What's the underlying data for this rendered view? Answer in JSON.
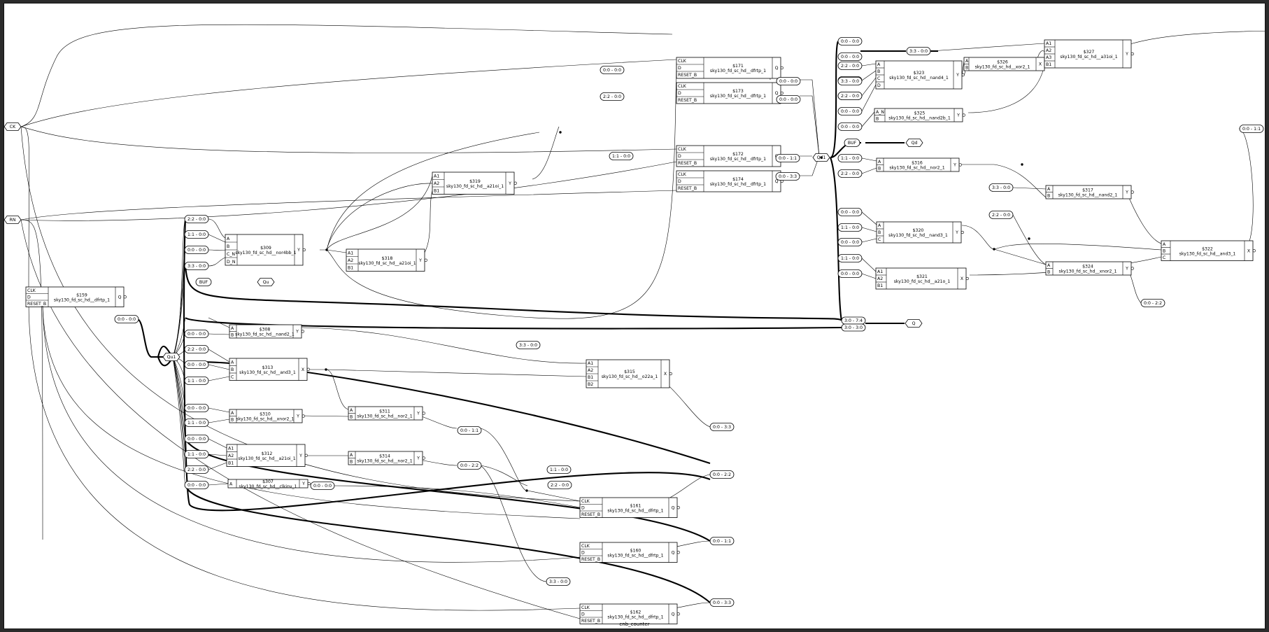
{
  "diagram": {
    "title": "cnb_counter",
    "ports": {
      "inputs": [
        "CK",
        "RN"
      ],
      "outputs": [
        "Qu",
        "Qd",
        "Q"
      ]
    },
    "nets": {
      "left_bus": "Qu1",
      "right_bus": "Qd1"
    },
    "cells": [
      {
        "id": "$159",
        "type": "sky130_fd_sc_hd__dfrtp_1",
        "pins": [
          "CLK",
          "D",
          "RESET_B"
        ],
        "out": "Q"
      },
      {
        "id": "$309",
        "type": "sky130_fd_sc_hd__nor4bb_1",
        "pins": [
          "A",
          "B",
          "C_N",
          "D_N"
        ],
        "out": "Y"
      },
      {
        "id": "$318",
        "type": "sky130_fd_sc_hd__a21oi_1",
        "pins": [
          "A1",
          "A2",
          "B1"
        ],
        "out": "Y"
      },
      {
        "id": "$319",
        "type": "sky130_fd_sc_hd__a21oi_1",
        "pins": [
          "A1",
          "A2",
          "B1"
        ],
        "out": "Y"
      },
      {
        "id": "$308",
        "type": "sky130_fd_sc_hd__nand2_1",
        "pins": [
          "A",
          "B"
        ],
        "out": "Y"
      },
      {
        "id": "$313",
        "type": "sky130_fd_sc_hd__and3_1",
        "pins": [
          "A",
          "B",
          "C"
        ],
        "out": "X"
      },
      {
        "id": "$315",
        "type": "sky130_fd_sc_hd__o22a_1",
        "pins": [
          "A1",
          "A2",
          "B1",
          "B2"
        ],
        "out": "X"
      },
      {
        "id": "$310",
        "type": "sky130_fd_sc_hd__xnor2_1",
        "pins": [
          "A",
          "B"
        ],
        "out": "Y"
      },
      {
        "id": "$311",
        "type": "sky130_fd_sc_hd__nor2_1",
        "pins": [
          "A",
          "B"
        ],
        "out": "Y"
      },
      {
        "id": "$312",
        "type": "sky130_fd_sc_hd__a21oi_1",
        "pins": [
          "A1",
          "A2",
          "B1"
        ],
        "out": "Y"
      },
      {
        "id": "$314",
        "type": "sky130_fd_sc_hd__nor2_1",
        "pins": [
          "A",
          "B"
        ],
        "out": "Y"
      },
      {
        "id": "$307",
        "type": "sky130_fd_sc_hd__clkinv_1",
        "pins": [
          "A"
        ],
        "out": "Y"
      },
      {
        "id": "$161",
        "type": "sky130_fd_sc_hd__dfrtp_1",
        "pins": [
          "CLK",
          "D",
          "RESET_B"
        ],
        "out": "Q"
      },
      {
        "id": "$160",
        "type": "sky130_fd_sc_hd__dfrtp_1",
        "pins": [
          "CLK",
          "D",
          "RESET_B"
        ],
        "out": "Q"
      },
      {
        "id": "$162",
        "type": "sky130_fd_sc_hd__dfrtp_1",
        "pins": [
          "CLK",
          "D",
          "RESET_B"
        ],
        "out": "Q"
      },
      {
        "id": "$171",
        "type": "sky130_fd_sc_hd__dfrtp_1",
        "pins": [
          "CLK",
          "D",
          "RESET_B"
        ],
        "out": "Q"
      },
      {
        "id": "$173",
        "type": "sky130_fd_sc_hd__dfrtp_1",
        "pins": [
          "CLK",
          "D",
          "RESET_B"
        ],
        "out": "Q"
      },
      {
        "id": "$172",
        "type": "sky130_fd_sc_hd__dfrtp_1",
        "pins": [
          "CLK",
          "D",
          "RESET_B"
        ],
        "out": "Q"
      },
      {
        "id": "$174",
        "type": "sky130_fd_sc_hd__dfrtp_1",
        "pins": [
          "CLK",
          "D",
          "RESET_B"
        ],
        "out": "Q"
      },
      {
        "id": "$323",
        "type": "sky130_fd_sc_hd__nand4_1",
        "pins": [
          "A",
          "B",
          "C",
          "D"
        ],
        "out": "Y"
      },
      {
        "id": "$326",
        "type": "sky130_fd_sc_hd__xor2_1",
        "pins": [
          "A",
          "B"
        ],
        "out": "X"
      },
      {
        "id": "$327",
        "type": "sky130_fd_sc_hd__a31oi_1",
        "pins": [
          "A1",
          "A2",
          "A3",
          "B1"
        ],
        "out": "Y"
      },
      {
        "id": "$325",
        "type": "sky130_fd_sc_hd__nand2b_1",
        "pins": [
          "A_N",
          "B"
        ],
        "out": "Y"
      },
      {
        "id": "$316",
        "type": "sky130_fd_sc_hd__nor2_1",
        "pins": [
          "A",
          "B"
        ],
        "out": "Y"
      },
      {
        "id": "$317",
        "type": "sky130_fd_sc_hd__nand2_1",
        "pins": [
          "A",
          "B"
        ],
        "out": "Y"
      },
      {
        "id": "$320",
        "type": "sky130_fd_sc_hd__nand3_1",
        "pins": [
          "A",
          "B",
          "C"
        ],
        "out": "Y"
      },
      {
        "id": "$321",
        "type": "sky130_fd_sc_hd__a21o_1",
        "pins": [
          "A1",
          "A2",
          "B1"
        ],
        "out": "X"
      },
      {
        "id": "$324",
        "type": "sky130_fd_sc_hd__xnor2_1",
        "pins": [
          "A",
          "B"
        ],
        "out": "Y"
      },
      {
        "id": "$322",
        "type": "sky130_fd_sc_hd__and3_1",
        "pins": [
          "A",
          "B",
          "C"
        ],
        "out": "X"
      }
    ],
    "buffers": [
      {
        "label": "BUF",
        "out": "Qu"
      },
      {
        "label": "BUF",
        "out": "Qd"
      }
    ],
    "slices": [
      "0:0 - 0:0",
      "2:2 - 0:0",
      "1:1 - 0:0",
      "0:0 - 0:0",
      "3:3 - 0:0",
      "3:3 - 0:0",
      "0:0 - 0:0",
      "2:2 - 0:0",
      "0:0 - 0:0",
      "1:1 - 0:0",
      "0:0 - 0:0",
      "1:1 - 0:0",
      "0:0 - 0:0",
      "1:1 - 0:0",
      "2:2 - 0:0",
      "0:0 - 0:0",
      "0:0 - 0:0",
      "0:0 - 1:1",
      "0:0 - 2:2",
      "0:0 - 0:0",
      "2:2 - 0:0",
      "2:2 - 0:0",
      "1:1 - 0:0",
      "3:3 - 0:0",
      "0:0 - 3:3",
      "0:0 - 2:2",
      "0:0 - 1:1",
      "0:0 - 3:3",
      "3:3 - 0:0",
      "0:0 - 0:0",
      "2:2 - 0:0",
      "1:1 - 0:0",
      "3:3 - 0:0",
      "0:0 - 0:0",
      "0:0 - 0:0",
      "0:0 - 1:1",
      "0:0 - 3:3",
      "0:0 - 0:0",
      "0:0 - 0:0",
      "1:1 - 0:0",
      "2:2 - 0:0",
      "3:3 - 0:0",
      "0:0 - 0:0",
      "1:1 - 0:0",
      "2:2 - 0:0",
      "3:3 - 0:0",
      "2:2 - 0:0",
      "0:0 - 0:0",
      "1:1 - 0:0",
      "0:0 - 0:0",
      "1:1 - 0:0",
      "0:0 - 0:0",
      "0:0 - 3:3",
      "0:0 - 1:1",
      "0:0 - 2:2"
    ],
    "concats": [
      "3:0 - 7:4",
      "3:0 - 3:0"
    ]
  }
}
